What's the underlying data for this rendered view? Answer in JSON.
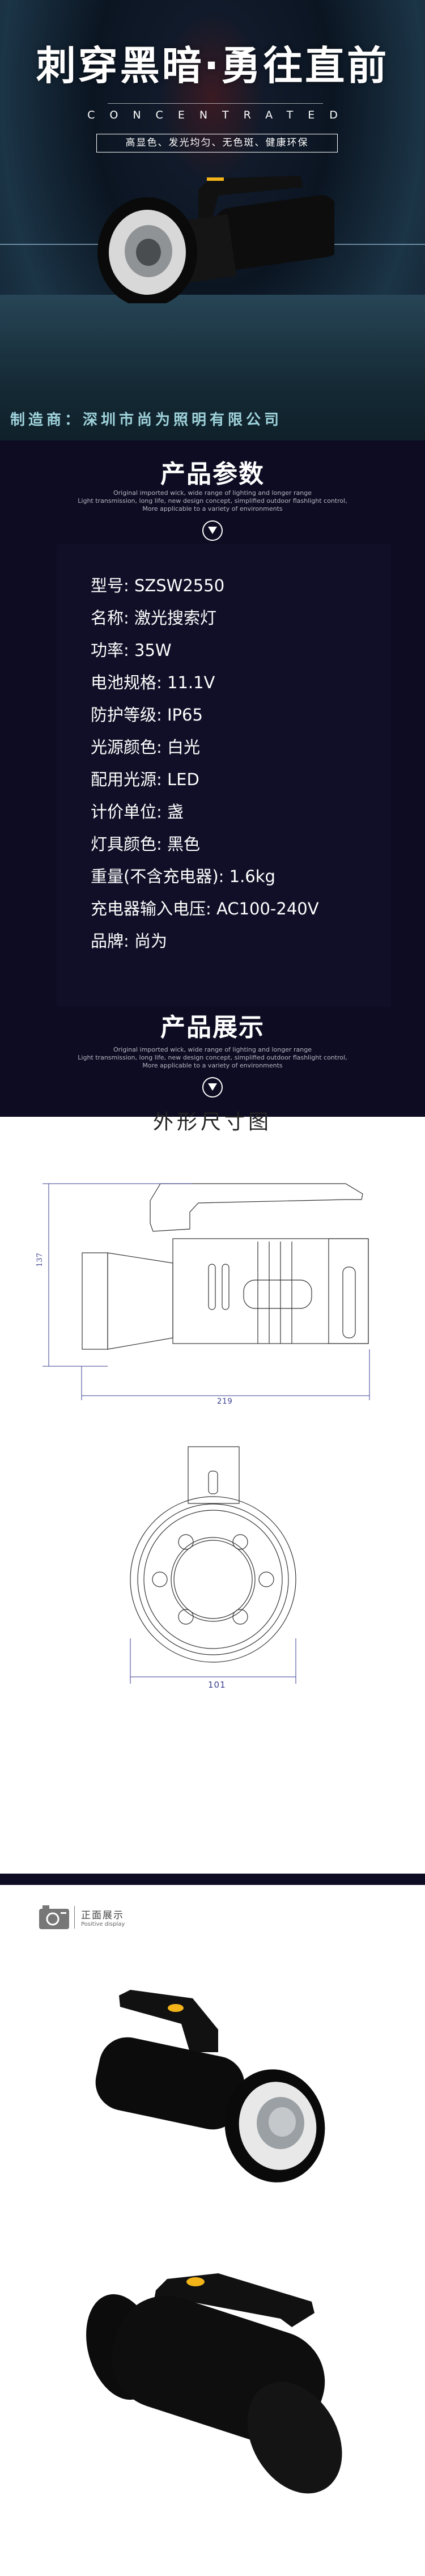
{
  "banner": {
    "headline": "刺穿黑暗·勇往直前",
    "subtitle": "CONCENTRATED",
    "features": "高显色、发光均匀、无色斑、健康环保",
    "manufacturer": "制造商：深圳市尚为照明有限公司"
  },
  "params_section": {
    "title": "产品参数",
    "subtitle_lines": [
      "Original imported wick, wide range of lighting and longer range",
      "Light transmission, long life, new design concept, simplified outdoor flashlight control,",
      "More applicable to a variety of environments"
    ],
    "items": [
      "型号: SZSW2550",
      "名称: 激光搜索灯",
      "功率: 35W",
      "电池规格: 11.1V",
      "防护等级: IP65",
      "光源颜色: 白光",
      "配用光源: LED",
      "计价单位: 盏",
      "灯具颜色: 黑色",
      "重量(不含充电器): 1.6kg",
      "充电器输入电压: AC100-240V",
      "品牌: 尚为"
    ]
  },
  "display_section": {
    "title": "产品展示",
    "subtitle_lines": [
      "Original imported wick, wide range of lighting and longer range",
      "Light transmission, long life, new design concept, simplified outdoor flashlight control,",
      "More applicable to a variety of environments"
    ]
  },
  "dimensions": {
    "title": "外形尺寸图",
    "height_label": "137",
    "length_label": "219",
    "diameter_label": "101"
  },
  "positive_display": {
    "title": "正面展示",
    "subtitle": "Positive display"
  },
  "colors": {
    "dark_bg": "#0d0c22",
    "dim_line": "#3a3f8f",
    "accent_yellow": "#f2b418"
  }
}
